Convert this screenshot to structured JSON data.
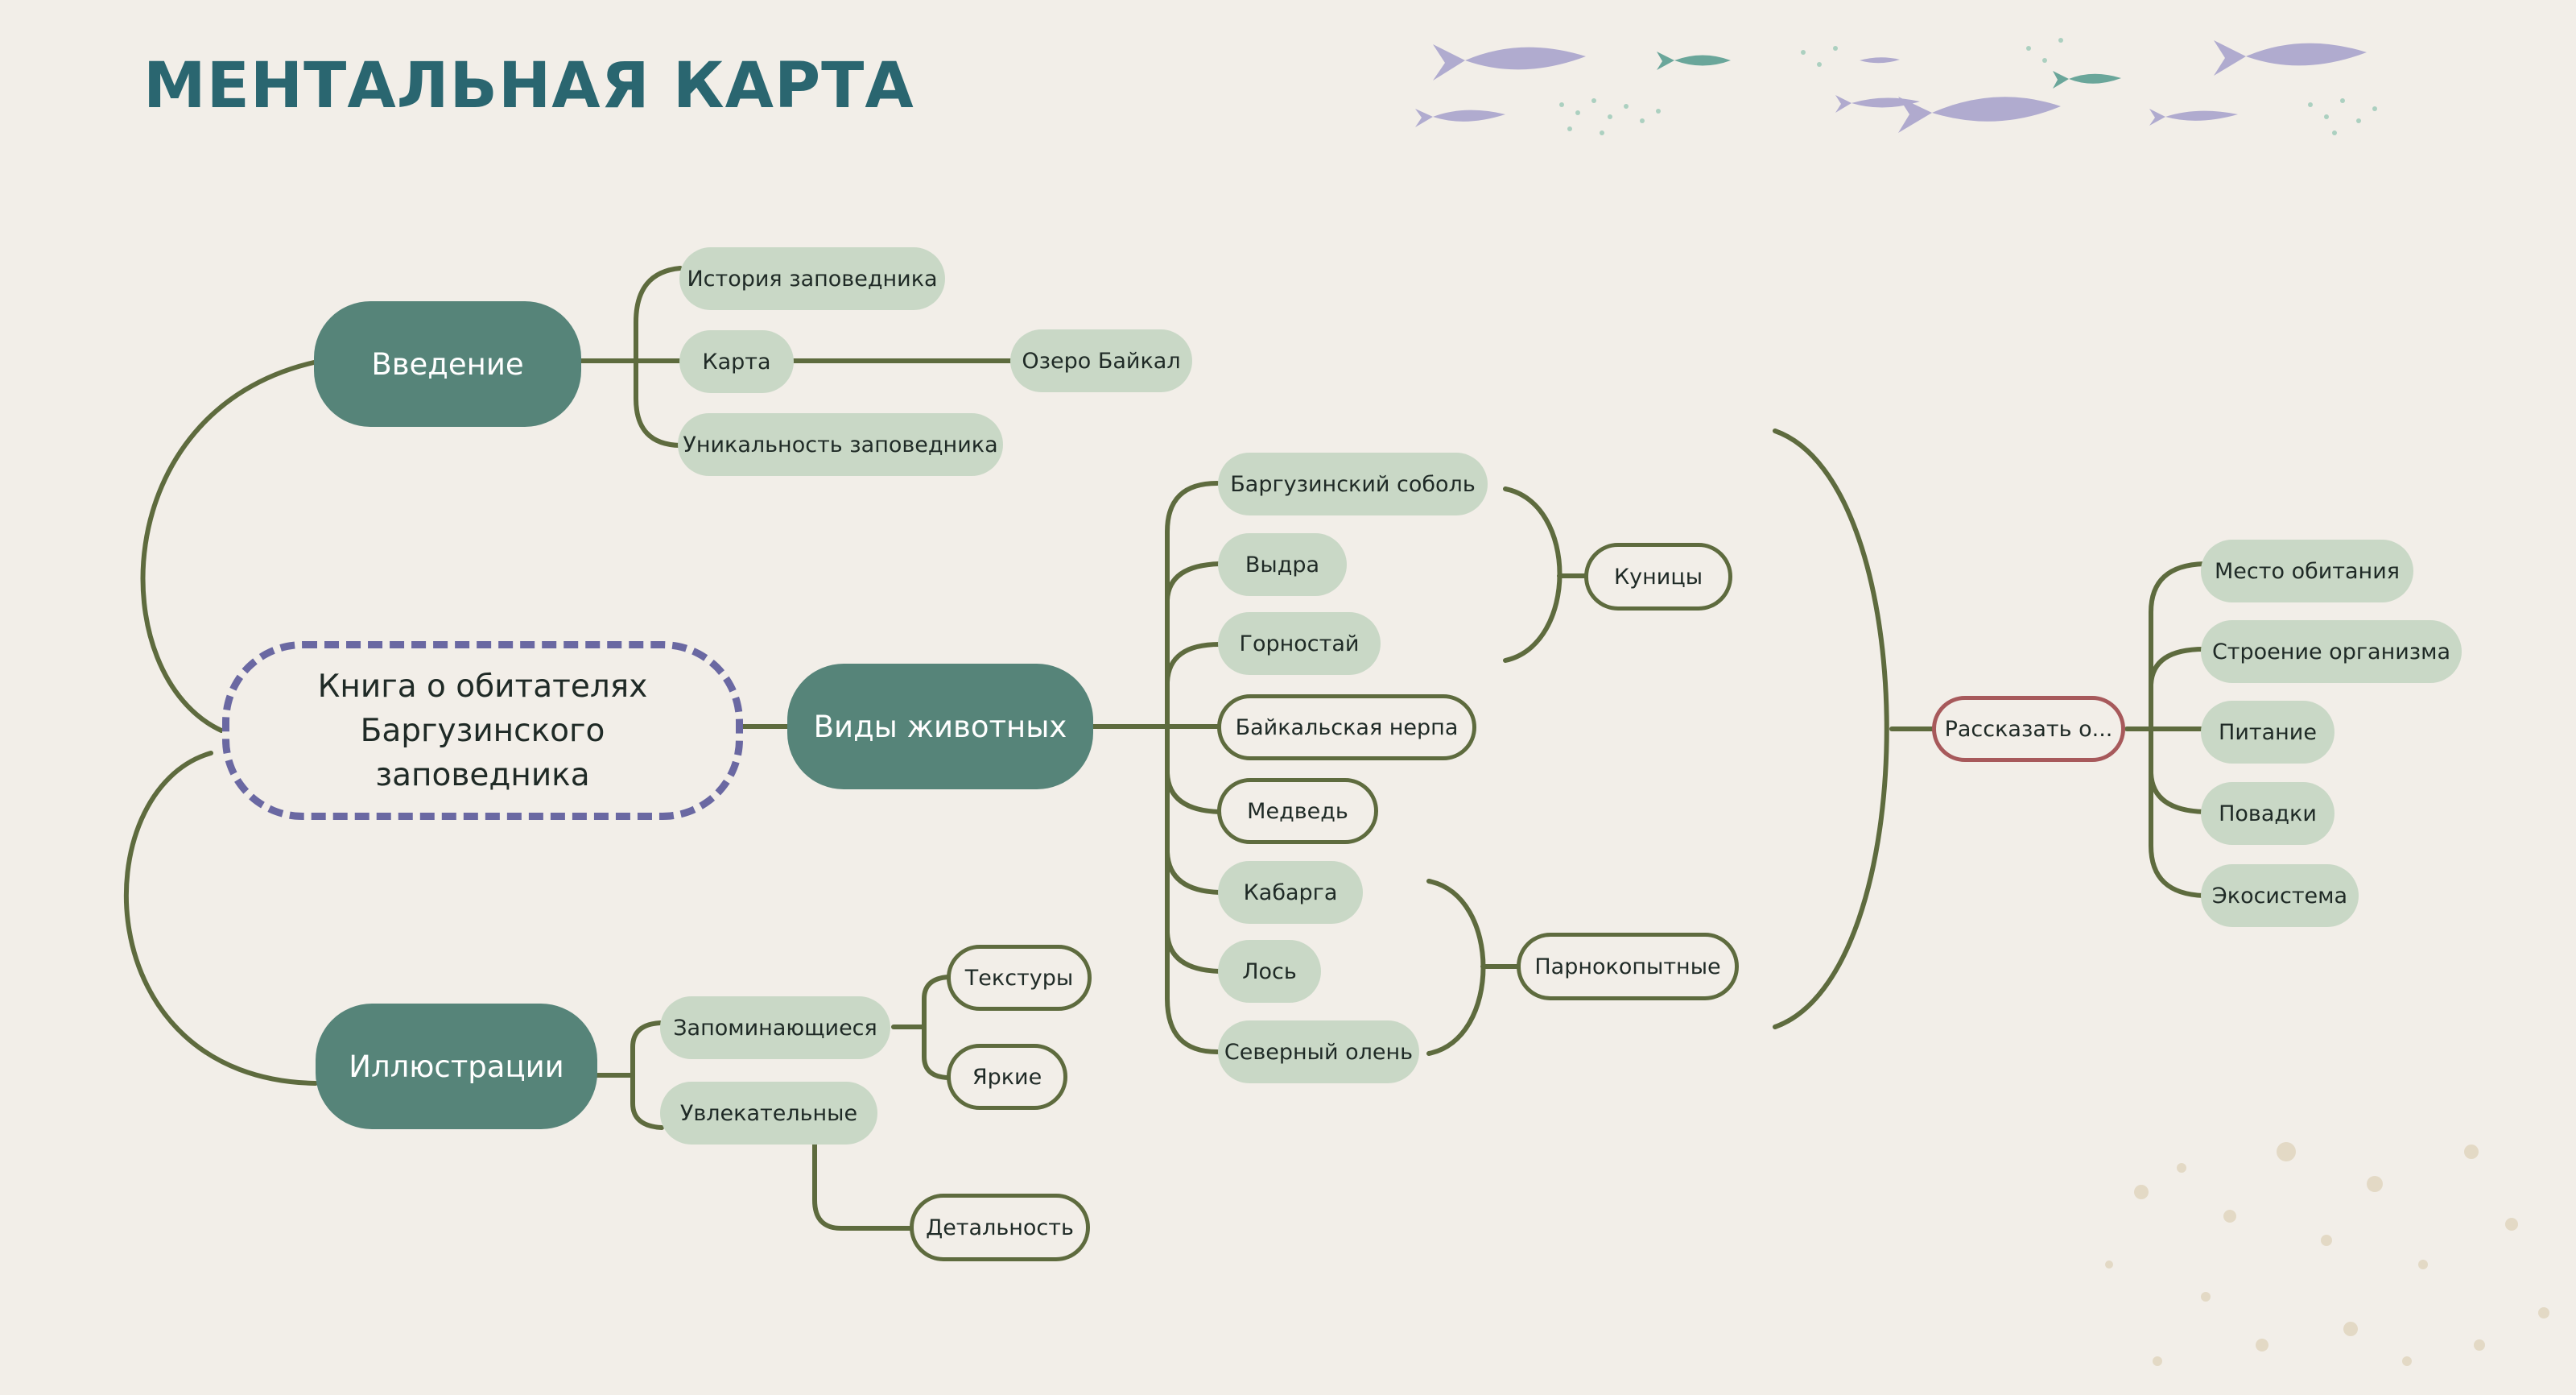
{
  "title": "МЕНТАЛЬНАЯ КАРТА",
  "colors": {
    "background": "#f2eee8",
    "title": "#2a6670",
    "main_node": "#568479",
    "leaf_node": "#c9d8c6",
    "line": "#5e6b3e",
    "root_border": "#6a68a2",
    "accent_border": "#a7595b"
  },
  "mindmap": {
    "root": "Книга о обитателях Баргузинского заповедника",
    "intro": {
      "label": "Введение",
      "items": [
        "История заповедника",
        "Карта",
        "Уникальность заповедника"
      ],
      "map_child": "Озеро Байкал"
    },
    "animals": {
      "label": "Виды животных",
      "species": [
        "Баргузинский соболь",
        "Выдра",
        "Горностай",
        "Байкальская нерпа",
        "Медведь",
        "Кабарга",
        "Лось",
        "Северный олень"
      ],
      "groups": [
        "Куницы",
        "Парнокопытные"
      ]
    },
    "tell": {
      "label": "Рассказать о...",
      "items": [
        "Место обитания",
        "Строение организма",
        "Питание",
        "Повадки",
        "Экосистема"
      ]
    },
    "illustrations": {
      "label": "Иллюстрации",
      "memorable": "Запоминающиеся",
      "memorable_items": [
        "Текстуры",
        "Яркие"
      ],
      "engaging": "Увлекательные",
      "engaging_items": [
        "Детальность"
      ]
    }
  },
  "decor": {
    "top_right": "fish-school-illustration",
    "bottom_right": "speckle-pattern"
  }
}
